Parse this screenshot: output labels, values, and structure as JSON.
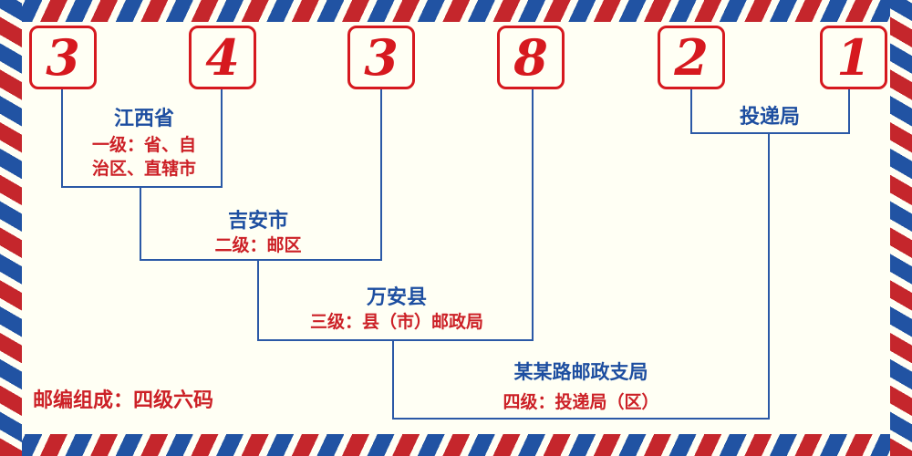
{
  "postcode": {
    "digits": [
      "3",
      "4",
      "3",
      "8",
      "2",
      "1"
    ]
  },
  "levels": {
    "level1": {
      "region": "江西省",
      "desc_line1": "一级：省、自",
      "desc_line2": "治区、直辖市"
    },
    "level2": {
      "region": "吉安市",
      "desc": "二级：邮区"
    },
    "level3": {
      "region": "万安县",
      "desc": "三级：县（市）邮政局"
    },
    "level4": {
      "region": "投递局",
      "branch": "某某路邮政支局",
      "desc": "四级：投递局（区）"
    }
  },
  "footer": {
    "composition": "邮编组成：四级六码"
  },
  "colors": {
    "digit_red": "#d6191f",
    "text_red": "#cc2026",
    "text_blue": "#1d4ea0",
    "line_blue": "#2b59a6",
    "stripe_red": "#c5262c",
    "stripe_blue": "#2153a3",
    "background": "#fffff4"
  }
}
